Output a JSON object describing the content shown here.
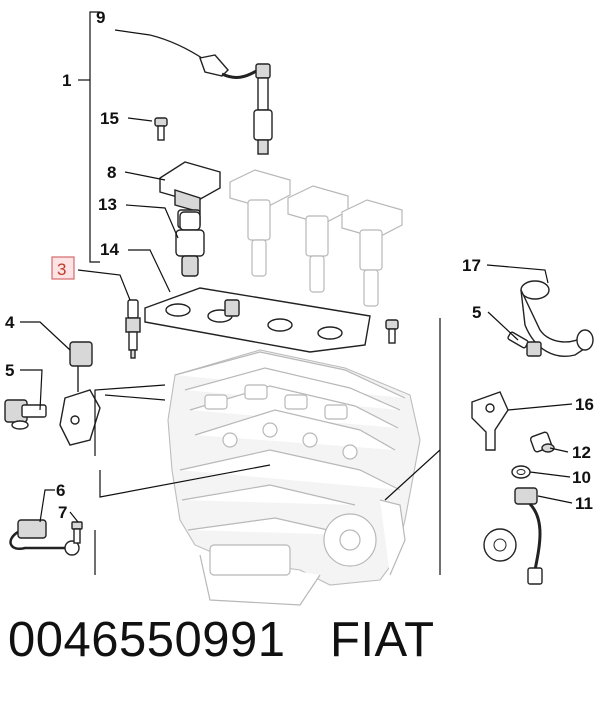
{
  "diagram": {
    "callouts": {
      "c1": "1",
      "c3": "3",
      "c4": "4",
      "c5a": "5",
      "c5b": "5",
      "c6": "6",
      "c7": "7",
      "c8": "8",
      "c9": "9",
      "c10": "10",
      "c11": "11",
      "c12": "12",
      "c13": "13",
      "c14": "14",
      "c15": "15",
      "c16": "16",
      "c17": "17"
    },
    "highlighted_callout": "3"
  },
  "footer": {
    "part_number": "0046550991",
    "brand": "FIAT"
  },
  "colors": {
    "highlight_fill": "#fde3e3",
    "highlight_border": "#d46a6a",
    "ink": "#111111",
    "ghost": "#b8b8b8"
  }
}
